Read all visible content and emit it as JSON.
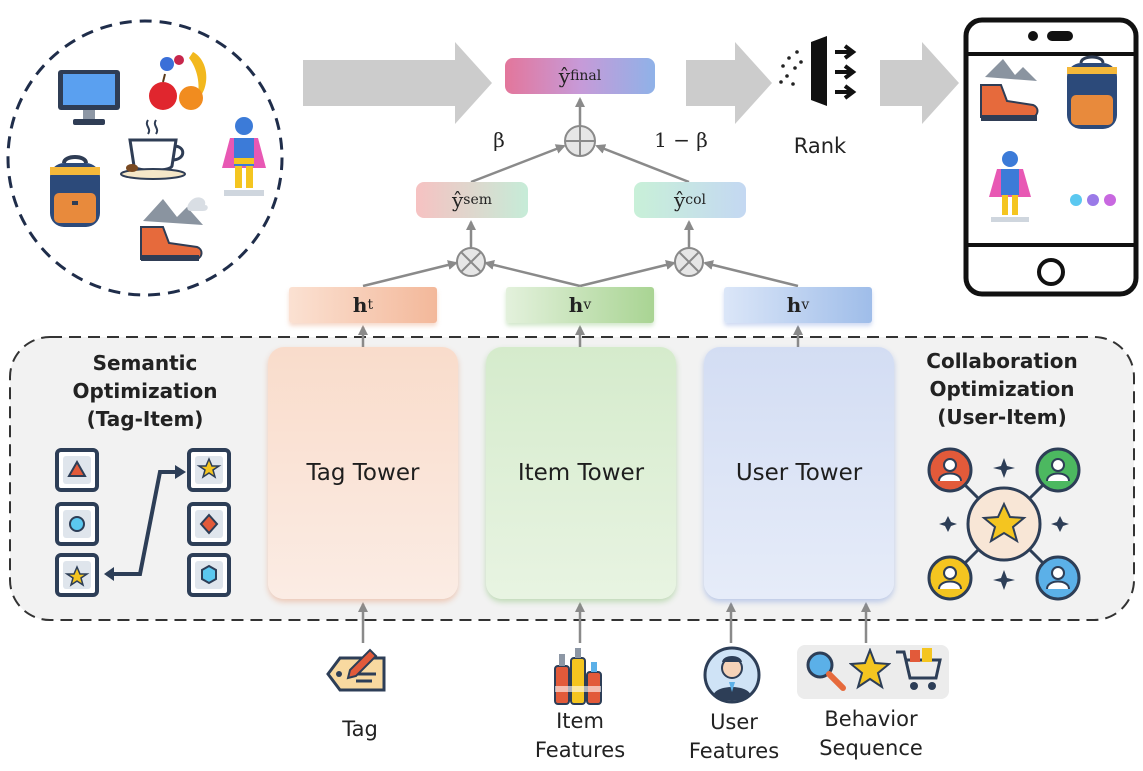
{
  "top": {
    "y_final": {
      "base": "ŷ",
      "sub": "final"
    },
    "beta": "β",
    "one_minus_beta": "1 − β",
    "rank_label": "Rank",
    "y_sem": {
      "base": "ŷ",
      "sub": "sem"
    },
    "y_col": {
      "base": "ŷ",
      "sub": "col"
    }
  },
  "embeddings": {
    "tag": {
      "base": "h",
      "sub": "t"
    },
    "item": {
      "base": "h",
      "sub": "v"
    },
    "user": {
      "base": "h",
      "sub": "v"
    }
  },
  "towers": {
    "tag": "Tag Tower",
    "item": "Item Tower",
    "user": "User Tower"
  },
  "panels": {
    "semantic": {
      "line1": "Semantic",
      "line2": "Optimization",
      "line3": "(Tag-Item)"
    },
    "collaboration": {
      "line1": "Collaboration",
      "line2": "Optimization",
      "line3": "(User-Item)"
    }
  },
  "inputs": {
    "tag": "Tag",
    "item": {
      "line1": "Item",
      "line2": "Features"
    },
    "user": {
      "line1": "User",
      "line2": "Features"
    },
    "behavior": {
      "line1": "Behavior",
      "line2": "Sequence"
    }
  },
  "colors": {
    "arrow_gray": "#8a8a8a",
    "big_arrow": "#c8c8c8",
    "dashed": "#1f2d4a",
    "panel_bg": "#f2f2f2"
  },
  "icons": [
    "computer-icon",
    "fruits-icon",
    "coffee-icon",
    "backpack-icon",
    "hero-icon",
    "boot-icon",
    "door-icon",
    "phone-icon",
    "tag-icon",
    "cosmetics-icon",
    "user-avatar-icon",
    "search-icon",
    "star-icon",
    "cart-icon"
  ]
}
